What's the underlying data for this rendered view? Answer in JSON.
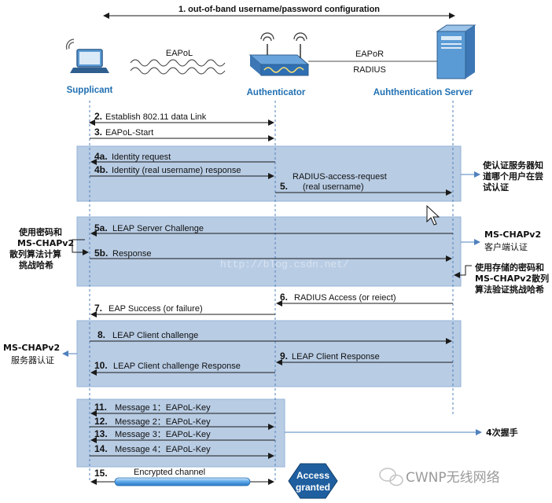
{
  "title": "1. out-of-band username/password configuration",
  "labels": {
    "supplicant": "Supplicant",
    "authenticator": "Authenticator",
    "server": "Auhthentication Server",
    "eapol": "EAPoL",
    "eapor": "EAPoR",
    "radius": "RADIUS",
    "access_granted_1": "Access",
    "access_granted_2": "granted",
    "watermark": "CWNP无线网络",
    "faded_url": "http://blog.csdn.net/"
  },
  "steps": {
    "s2": {
      "num": "2.",
      "text": "Establish 802.11 data Link"
    },
    "s3": {
      "num": "3.",
      "text": "EAPoL-Start"
    },
    "s4a": {
      "num": "4a.",
      "text": "Identity request"
    },
    "s4b": {
      "num": "4b.",
      "text": "Identity (real username) response"
    },
    "s5": {
      "num": "5.",
      "text1": "RADIUS-access-request",
      "text2": "(real username)"
    },
    "s5a": {
      "num": "5a.",
      "text": "LEAP Server Challenge"
    },
    "s5b": {
      "num": "5b.",
      "text": "Response"
    },
    "s6": {
      "num": "6.",
      "text": "RADIUS Access (or reiect)"
    },
    "s7": {
      "num": "7.",
      "text": "EAP Success (or failure)"
    },
    "s8": {
      "num": "8.",
      "text": "LEAP Client challenge"
    },
    "s9": {
      "num": "9.",
      "text": "LEAP Client Response"
    },
    "s10": {
      "num": "10.",
      "text": "LEAP Client challenge Response"
    },
    "s11": {
      "num": "11.",
      "text": "Message 1：EAPoL-Key"
    },
    "s12": {
      "num": "12.",
      "text": "Message 2：EAPoL-Key"
    },
    "s13": {
      "num": "13.",
      "text": "Message 3：EAPoL-Key"
    },
    "s14": {
      "num": "14.",
      "text": "Message 4：EAPoL-Key"
    },
    "s15": {
      "num": "15.",
      "text": "Encrypted channel"
    }
  },
  "notes": {
    "n1": [
      "使认证服务器知",
      "道哪个用户在尝",
      "试认证"
    ],
    "n2": [
      "MS-CHAPv2",
      "客户端认证"
    ],
    "n3": [
      "使用存储的密码和",
      "MS-CHAPv2散列",
      "算法验证挑战哈希"
    ],
    "n4": [
      "使用密码和",
      "MS-CHAPv2",
      "散列算法计算",
      "挑战哈希"
    ],
    "n5": [
      "MS-CHAPv2",
      "服务器认证"
    ],
    "n6": "4次握手"
  },
  "colors": {
    "band": "#b8cce4",
    "lifeline": "#4f81bd",
    "label_blue": "#1f6fb2",
    "hexagon": "#1f5f9f"
  },
  "icons": [
    "laptop-icon",
    "router-icon",
    "server-icon",
    "wifi-icon",
    "mouse-cursor-icon",
    "wechat-icon"
  ]
}
